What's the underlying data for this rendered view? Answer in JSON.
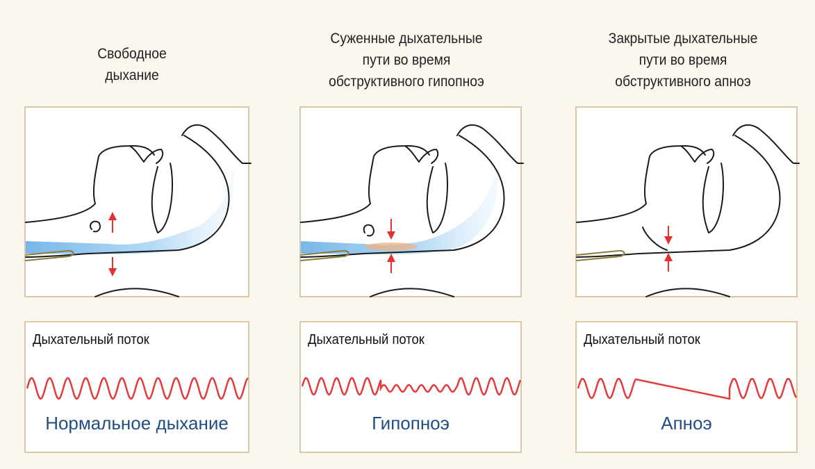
{
  "columns": [
    {
      "title_lines": [
        "Свободное",
        "дыхание"
      ],
      "flow_label": "Дыхательный поток",
      "flow_name": "Нормальное дыхание",
      "state": "normal"
    },
    {
      "title_lines": [
        "Суженные дыхательные",
        "пути во время",
        "обструктивного гипопноэ"
      ],
      "flow_label": "Дыхательный поток",
      "flow_name": "Гипопноэ",
      "state": "hypopnea"
    },
    {
      "title_lines": [
        "Закрытые дыхательные",
        "пути во время",
        "обструктивного апноэ"
      ],
      "flow_label": "Дыхательный поток",
      "flow_name": "Апноэ",
      "state": "apnea"
    }
  ],
  "colors": {
    "background": "#fbf7ee",
    "panel_border": "#d9c9a6",
    "wave": "#e33a3a",
    "label_blue": "#1f4e86",
    "airflow": "#5aa9e6",
    "obstruction": "#f0b080",
    "arrow": "#e53030"
  }
}
